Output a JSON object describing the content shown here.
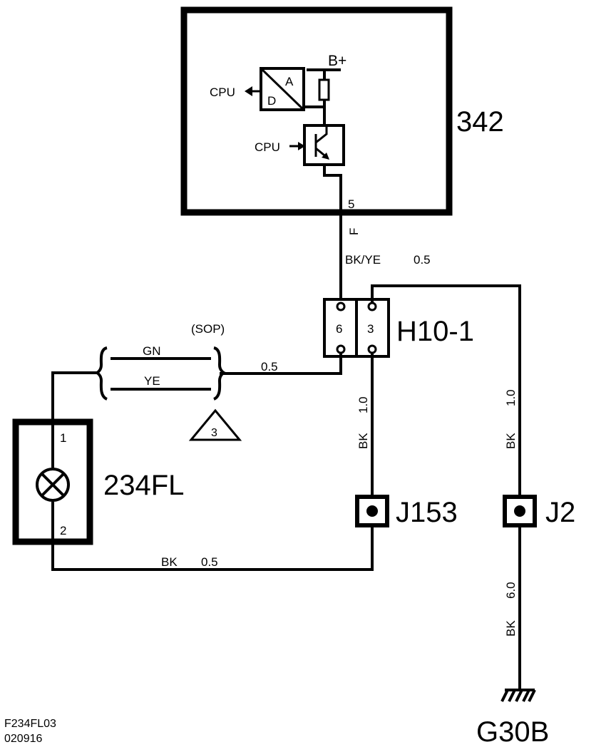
{
  "module": {
    "label": "342",
    "supply": "B+",
    "cpu_in": "CPU",
    "cpu_out": "CPU",
    "converter_a": "A",
    "converter_d": "D"
  },
  "module_pin": {
    "pin": "5",
    "signal": "F"
  },
  "wire_module_connector": {
    "color": "BK/YE",
    "size": "0.5"
  },
  "connector": {
    "label": "H10-1",
    "pin_left": "6",
    "pin_right": "3"
  },
  "twisted_pair": {
    "option": "(SOP)",
    "wire1": "GN",
    "wire2": "YE",
    "size": "0.5",
    "note": "3"
  },
  "lamp": {
    "label": "234FL",
    "pin1": "1",
    "pin2": "2"
  },
  "wire_lamp_return": {
    "color": "BK",
    "size": "0.5"
  },
  "wire_h10_j153": {
    "color": "BK",
    "size": "1.0"
  },
  "wire_h10_j2": {
    "color": "BK",
    "size": "1.0"
  },
  "wire_j2_ground": {
    "color": "BK",
    "size": "6.0"
  },
  "splice_j153": {
    "label": "J153"
  },
  "splice_j2": {
    "label": "J2"
  },
  "ground": {
    "label": "G30B"
  },
  "footer": {
    "figure_id": "F234FL03",
    "date_code": "020916"
  }
}
